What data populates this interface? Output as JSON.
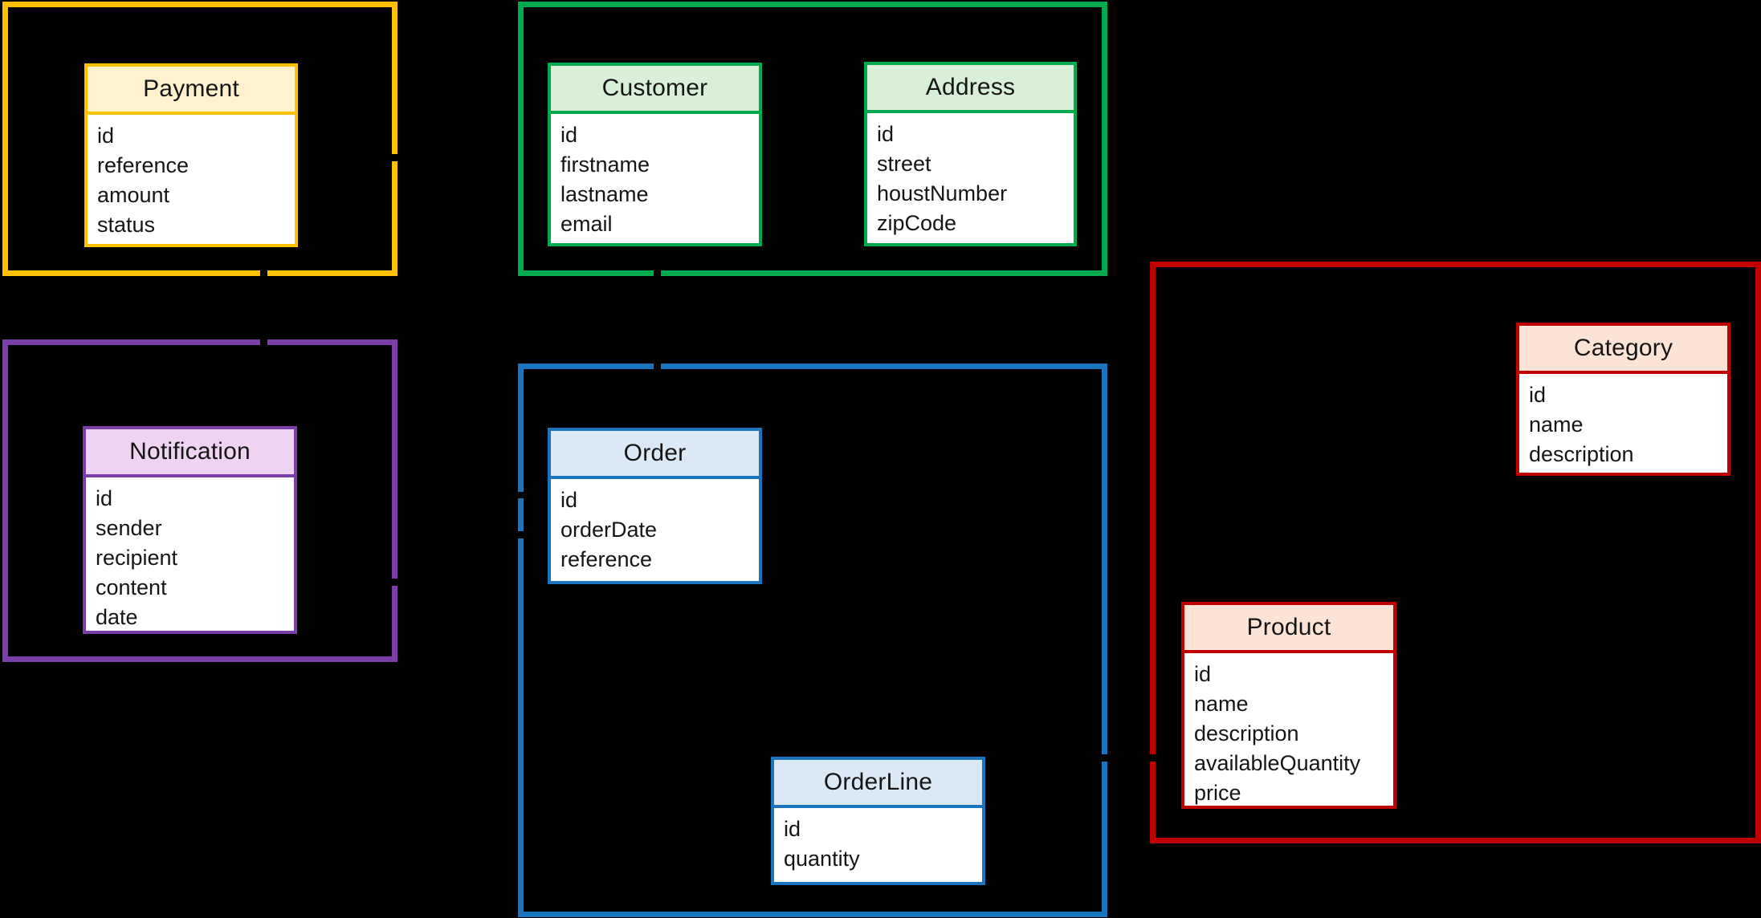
{
  "canvas": {
    "background": "#000000"
  },
  "groups": {
    "payment": {
      "border_color": "#FFC000",
      "header_fill": "#FFF2CC"
    },
    "customer": {
      "border_color": "#00AB4E",
      "header_fill": "#D7F0D7"
    },
    "notification": {
      "border_color": "#7B3EA8",
      "header_fill": "#F0D3F2"
    },
    "order": {
      "border_color": "#1B74BE",
      "header_fill": "#DBE9F7"
    },
    "product": {
      "border_color": "#C00000",
      "header_fill": "#FBE3D5"
    }
  },
  "entities": {
    "payment": {
      "title": "Payment",
      "attributes": [
        "id",
        "reference",
        "amount",
        "status"
      ]
    },
    "customer": {
      "title": "Customer",
      "attributes": [
        "id",
        "firstname",
        "lastname",
        "email"
      ]
    },
    "address": {
      "title": "Address",
      "attributes": [
        "id",
        "street",
        "houstNumber",
        "zipCode"
      ]
    },
    "notification": {
      "title": "Notification",
      "attributes": [
        "id",
        "sender",
        "recipient",
        "content",
        "date"
      ]
    },
    "order": {
      "title": "Order",
      "attributes": [
        "id",
        "orderDate",
        "reference"
      ]
    },
    "orderline": {
      "title": "OrderLine",
      "attributes": [
        "id",
        "quantity"
      ]
    },
    "category": {
      "title": "Category",
      "attributes": [
        "id",
        "name",
        "description"
      ]
    },
    "product": {
      "title": "Product",
      "attributes": [
        "id",
        "name",
        "description",
        "availableQuantity",
        "price"
      ]
    }
  }
}
